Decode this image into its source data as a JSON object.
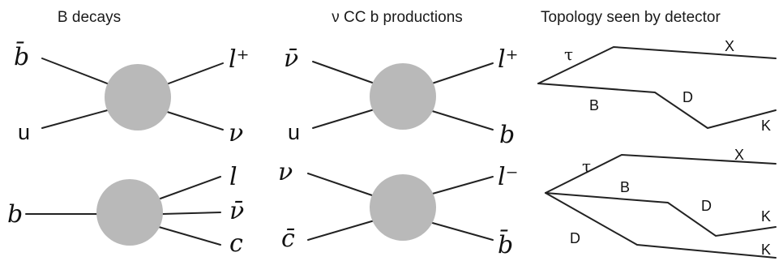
{
  "panels": {
    "b_decays": {
      "title": "B decays"
    },
    "nu_cc": {
      "title": "ν CC b productions"
    },
    "topology": {
      "title": "Topology seen by detector"
    }
  },
  "diagrams": {
    "b_decay_top": {
      "in": "b̄",
      "in2": "u",
      "out1": "l⁺",
      "out2": "ν"
    },
    "b_decay_bottom": {
      "in": "b",
      "out1": "l",
      "out2": "ν̄",
      "out3": "c"
    },
    "nu_cc_top": {
      "in": "ν̄",
      "in2": "u",
      "out1": "l⁺",
      "out2": "b"
    },
    "nu_cc_bottom": {
      "in": "ν",
      "in2": "c̄",
      "out1": "l⁻",
      "out2": "b̄"
    }
  },
  "topology": {
    "top": {
      "tau": "τ",
      "x": "X",
      "b": "B",
      "d": "D",
      "k": "K"
    },
    "bottom": {
      "tau": "τ",
      "x": "X",
      "b": "B",
      "d1": "D",
      "k1": "K",
      "d2": "D",
      "k2": "K"
    }
  },
  "colors": {
    "blob": "#b9b9b9",
    "line": "#222222"
  }
}
